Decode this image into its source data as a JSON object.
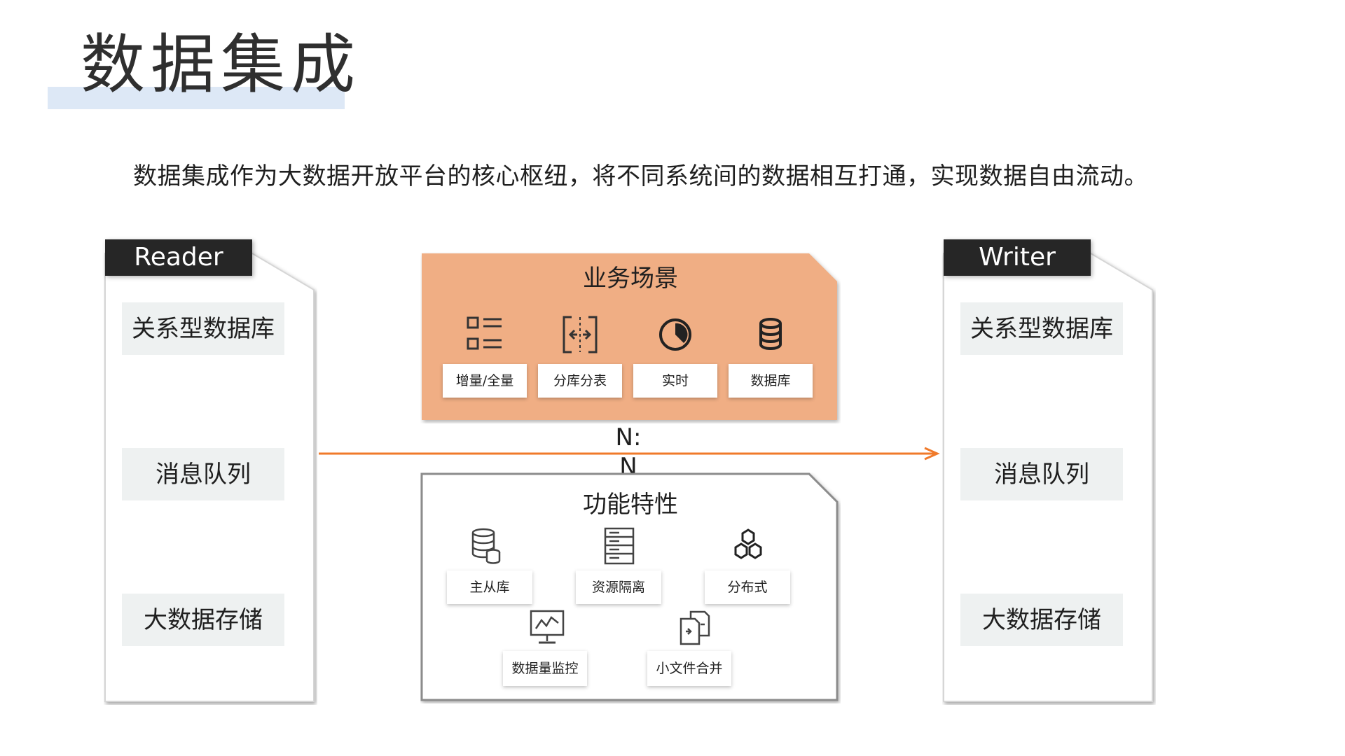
{
  "title": "数据集成",
  "subtitle": "数据集成作为大数据开放平台的核心枢纽，将不同系统间的数据相互打通，实现数据自由流动。",
  "reader": {
    "tab": "Reader",
    "items": [
      "关系型数据库",
      "消息队列",
      "大数据存储"
    ]
  },
  "writer": {
    "tab": "Writer",
    "items": [
      "关系型数据库",
      "消息队列",
      "大数据存储"
    ]
  },
  "ratio": "N:N",
  "scenarios": {
    "title": "业务场景",
    "items": [
      {
        "label": "增量/全量",
        "icon": "list-icon"
      },
      {
        "label": "分库分表",
        "icon": "split-arrows-icon"
      },
      {
        "label": "实时",
        "icon": "clock-icon"
      },
      {
        "label": "数据库",
        "icon": "database-icon"
      }
    ]
  },
  "features": {
    "title": "功能特性",
    "items": [
      {
        "label": "主从库",
        "icon": "database-stack-icon"
      },
      {
        "label": "资源隔离",
        "icon": "server-rack-icon"
      },
      {
        "label": "分布式",
        "icon": "hexagons-icon"
      },
      {
        "label": "数据量监控",
        "icon": "monitor-chart-icon"
      },
      {
        "label": "小文件合并",
        "icon": "file-merge-icon"
      }
    ]
  },
  "colors": {
    "accent_orange": "#f0ae84",
    "arrow_orange": "#f07a2a",
    "tab_dark": "#262626",
    "title_band": "#dde8f6"
  }
}
